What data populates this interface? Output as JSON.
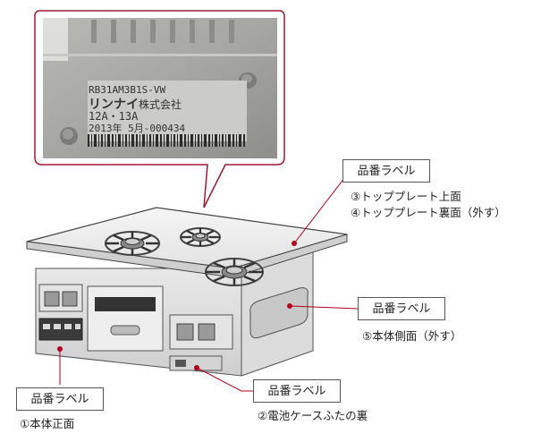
{
  "inset_photo": {
    "sticker": {
      "model": "RB31AM3B1S-VW",
      "maker_brand": "リンナイ",
      "maker_suffix": "株式会社",
      "gas": "12A・13A",
      "serial": "2013年 5月-000434"
    }
  },
  "callouts": [
    {
      "label": "品番ラベル",
      "captions": [
        "③トッププレート上面",
        "④トッププレート裏面（外す）"
      ]
    },
    {
      "label": "品番ラベル",
      "captions": [
        "⑤本体側面（外す）"
      ]
    },
    {
      "label": "品番ラベル",
      "captions": [
        "②電池ケースふたの裏"
      ]
    },
    {
      "label": "品番ラベル",
      "captions": [
        "①本体正面"
      ]
    }
  ],
  "colors": {
    "accent_line": "#b0001e",
    "frame": "#a01830",
    "label_border": "#555555"
  }
}
